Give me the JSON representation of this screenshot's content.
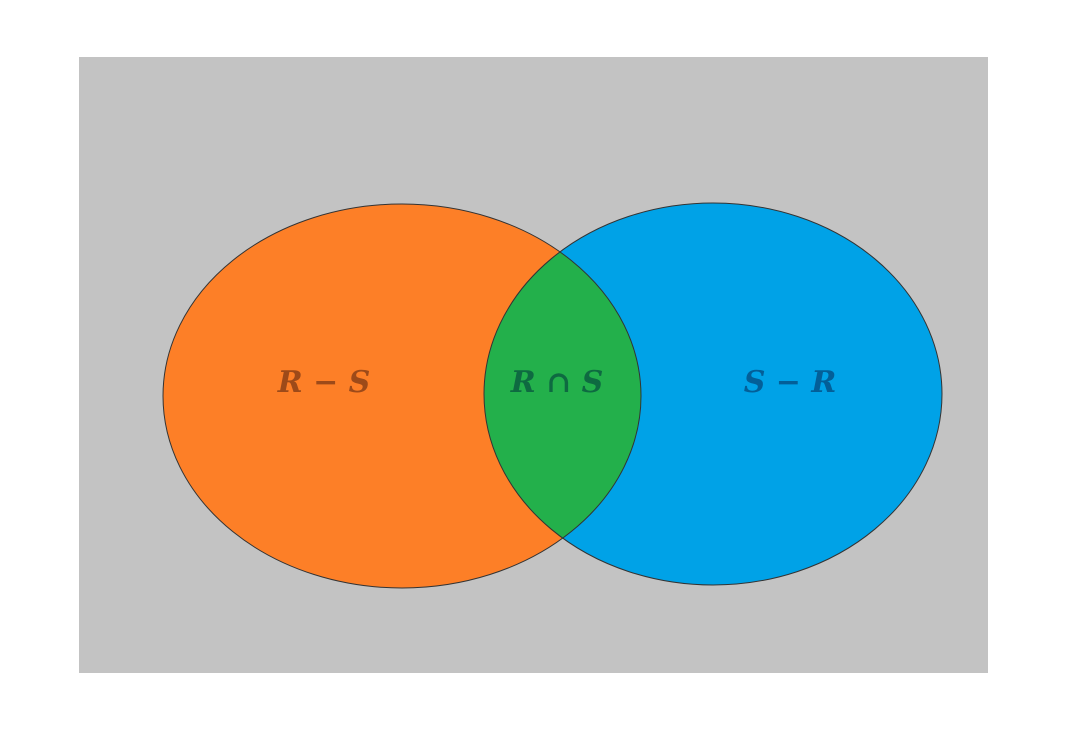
{
  "diagram": {
    "type": "venn",
    "colors": {
      "universe": "#c3c3c3",
      "page_background": "#ffffff",
      "outline": "#333333"
    },
    "sets": [
      {
        "id": "R",
        "fill": "#fd7f27"
      },
      {
        "id": "S",
        "fill": "#00a2e7"
      }
    ],
    "intersection": {
      "fill": "#23b04b"
    },
    "labels": {
      "r_minus_s": {
        "text": "R − S",
        "color": "#9d4a19"
      },
      "r_intersect_s": {
        "text": "R ∩ S",
        "color": "#0e6a41"
      },
      "s_minus_r": {
        "text": "S − R",
        "color": "#035f98"
      }
    }
  }
}
